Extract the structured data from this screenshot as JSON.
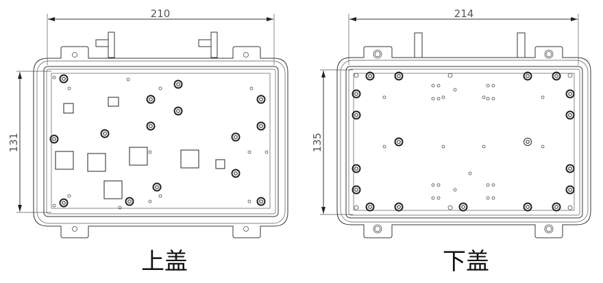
{
  "drawings": [
    {
      "id": "upper-lid",
      "label": "上盖",
      "width_dim": "210",
      "height_dim": "131"
    },
    {
      "id": "lower-lid",
      "label": "下盖",
      "width_dim": "214",
      "height_dim": "135"
    }
  ],
  "colors": {
    "line": "#333333",
    "background": "#ffffff"
  }
}
